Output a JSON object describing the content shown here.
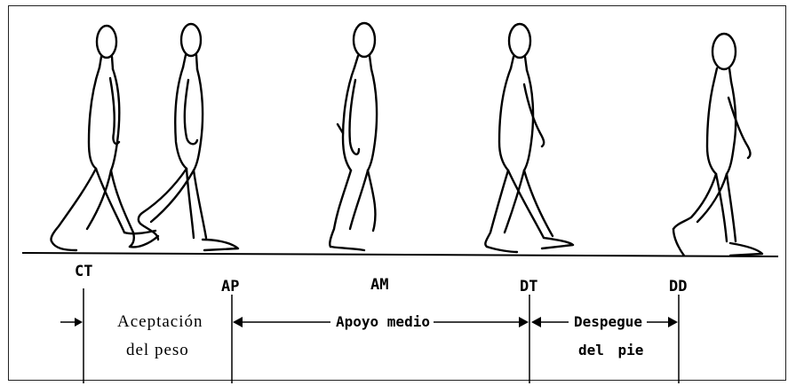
{
  "events": [
    {
      "id": "ct",
      "label": "CT"
    },
    {
      "id": "ap",
      "label": "AP"
    },
    {
      "id": "am",
      "label": "AM"
    },
    {
      "id": "dt",
      "label": "DT"
    },
    {
      "id": "dd",
      "label": "DD"
    }
  ],
  "phases": {
    "aceptacion": {
      "line1": "Aceptación",
      "line2": "del peso"
    },
    "apoyo_medio": {
      "label": "Apoyo medio"
    },
    "despegue": {
      "line1": "Despegue",
      "line2": "del pie"
    }
  },
  "figures": [
    {
      "id": "walker-1",
      "pose": "heel-strike"
    },
    {
      "id": "walker-2",
      "pose": "loading-response"
    },
    {
      "id": "walker-3",
      "pose": "mid-stance"
    },
    {
      "id": "walker-4",
      "pose": "terminal-stance"
    },
    {
      "id": "walker-5",
      "pose": "pre-swing"
    }
  ]
}
